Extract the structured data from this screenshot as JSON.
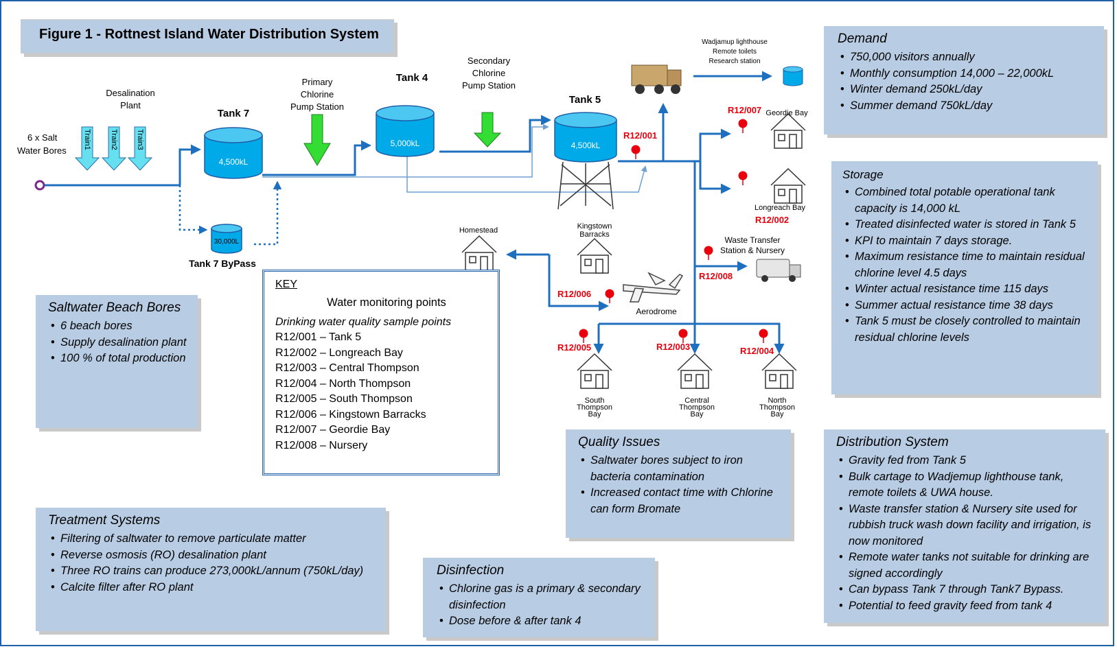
{
  "title": "Figure 1 - Rottnest Island Water Distribution System",
  "labels": {
    "bores": [
      "6 x Salt",
      "Water Bores"
    ],
    "desal": [
      "Desalination",
      "Plant"
    ],
    "trains": [
      "Train1",
      "Train2",
      "Train3"
    ],
    "tank7": "Tank 7",
    "tank7_cap": "4,500kL",
    "bypass": "Tank 7 ByPass",
    "bypass_cap": "30,000L",
    "primary": [
      "Primary",
      "Chlorine",
      "Pump Station"
    ],
    "tank4": "Tank 4",
    "tank4_cap": "5,000kL",
    "secondary": [
      "Secondary",
      "Chlorine",
      "Pump Station"
    ],
    "tank5": "Tank 5",
    "tank5_cap": "4,500kL",
    "wadjemup": [
      "Wadjamup lighthouse",
      "Remote toilets",
      "Research station"
    ],
    "geordie": "Geordie Bay",
    "longreach": "Longreach Bay",
    "waste": [
      "Waste Transfer",
      "Station & Nursery"
    ],
    "kingstown": [
      "Kingstown",
      "Barracks"
    ],
    "homestead": "Homestead",
    "aerodrome": "Aerodrome",
    "south": [
      "South",
      "Thompson",
      "Bay"
    ],
    "central": [
      "Central",
      "Thompson",
      "Bay"
    ],
    "north": [
      "North",
      "Thompson",
      "Bay"
    ]
  },
  "points": {
    "p001": "R12/001",
    "p002": "R12/002",
    "p003": "R12/003",
    "p004": "R12/004",
    "p005": "R12/005",
    "p006": "R12/006",
    "p007": "R12/007",
    "p008": "R12/008"
  },
  "key": {
    "title": "KEY",
    "subtitle": "Water monitoring points",
    "subtitle2": "Drinking water quality sample points",
    "rows": [
      "R12/001 – Tank 5",
      "R12/002 – Longreach Bay",
      "R12/003 – Central Thompson",
      "R12/004 – North Thompson",
      "R12/005 – South Thompson",
      "R12/006 – Kingstown Barracks",
      "R12/007 – Geordie Bay",
      "R12/008 – Nursery"
    ]
  },
  "boxes": {
    "demand": {
      "title": "Demand",
      "items": [
        "750,000 visitors annually",
        "Monthly consumption 14,000 – 22,000kL",
        "Winter demand 250kL/day",
        "Summer demand 750kL/day"
      ]
    },
    "storage": {
      "title": "Storage",
      "items": [
        "Combined total potable operational tank capacity is 14,000 kL",
        "Treated disinfected water is stored in Tank 5",
        "KPI to maintain 7 days storage.",
        "Maximum resistance time to maintain residual chlorine level 4.5 days",
        "Winter actual resistance time 115 days",
        "Summer actual resistance time 38 days",
        "Tank 5 must be closely controlled to maintain residual chlorine levels"
      ]
    },
    "bores": {
      "title": "Saltwater Beach Bores",
      "items": [
        "6 beach bores",
        "Supply desalination plant",
        "100 % of total production"
      ]
    },
    "treatment": {
      "title": "Treatment Systems",
      "items": [
        "Filtering of saltwater to remove particulate matter",
        "Reverse osmosis (RO) desalination plant",
        "Three RO trains can produce 273,000kL/annum (750kL/day)",
        "Calcite filter after RO plant"
      ]
    },
    "disinfection": {
      "title": "Disinfection",
      "items": [
        "Chlorine gas is a primary & secondary disinfection",
        "Dose before & after tank 4"
      ]
    },
    "quality": {
      "title": "Quality Issues",
      "items": [
        "Saltwater bores subject to iron bacteria contamination",
        "Increased contact time with Chlorine can form Bromate"
      ]
    },
    "distribution": {
      "title": "Distribution System",
      "items": [
        "Gravity fed from Tank 5",
        "Bulk cartage to Wadjemup lighthouse tank, remote toilets & UWA house.",
        "Waste transfer station & Nursery site used for rubbish truck wash down facility and irrigation, is now monitored",
        "Remote water tanks not suitable for drinking are signed accordingly",
        "Can bypass Tank 7 through Tank7 Bypass.",
        "Potential to feed gravity feed from tank 4"
      ]
    }
  },
  "colors": {
    "pipe": "#1f6fbf",
    "tank": "#00a9e8",
    "pump": "#33dd33",
    "train": "#66e0f0",
    "marker": "#e8000d",
    "box": "#b8cce4"
  }
}
